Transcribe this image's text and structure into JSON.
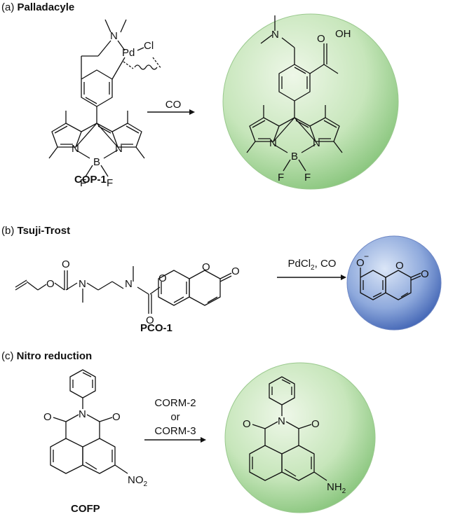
{
  "panels": [
    {
      "tag": "(a)",
      "title": "Palladacyle",
      "compound": "COP-1",
      "reagent": "CO",
      "start_atoms": {
        "n": "N",
        "pd": "Pd",
        "cl": "Cl",
        "n1": "N",
        "n2": "N",
        "b": "B",
        "f1": "F",
        "f2": "F"
      },
      "product_atoms": {
        "n": "N",
        "oh": "OH",
        "o": "O",
        "n1": "N",
        "n2": "N",
        "b": "B",
        "f1": "F",
        "f2": "F"
      }
    },
    {
      "tag": "(b)",
      "title": "Tsuji-Trost",
      "compound": "PCO-1",
      "reagent_pre": "PdCl",
      "reagent_sub": "2",
      "reagent_post": ", CO",
      "start_atoms": {
        "o1": "O",
        "o2": "O",
        "n1": "N",
        "n2": "N",
        "o3": "O",
        "o4": "O",
        "o5": "O",
        "o6": "O"
      },
      "product_atoms": {
        "o_minus": "O",
        "minus": "−",
        "o_ring": "O",
        "o_carbonyl": "O"
      }
    },
    {
      "tag": "(c)",
      "title": "Nitro reduction",
      "compound": "COFP",
      "reagent_lines": [
        "CORM-2",
        "or",
        "CORM-3"
      ],
      "start_atoms": {
        "n": "N",
        "o1": "O",
        "o2": "O",
        "no2": "NO",
        "no2_sub": "2"
      },
      "product_atoms": {
        "n": "N",
        "o1": "O",
        "o2": "O",
        "nh2": "NH",
        "nh2_sub": "2"
      }
    }
  ],
  "colors": {
    "green_light": "#eef7e8",
    "green_dark": "#86c47a",
    "blue_light": "#dbe6f7",
    "blue_dark": "#3f62b3",
    "ink": "#111111"
  }
}
